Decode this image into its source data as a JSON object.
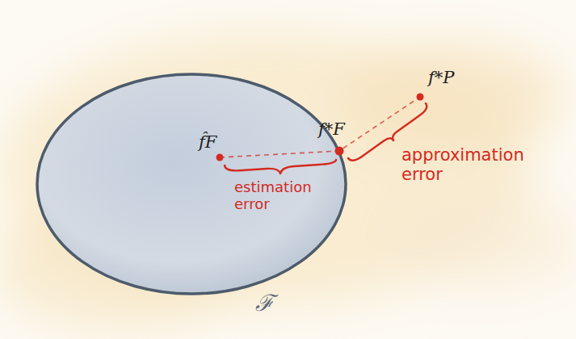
{
  "diagram": {
    "nodes": [
      {
        "text": [
          "ℱ"
        ]
      }
    ],
    "labels": [
      "f̂F",
      "f*F",
      "f*P",
      "estimation error",
      "approximation error"
    ]
  }
}
